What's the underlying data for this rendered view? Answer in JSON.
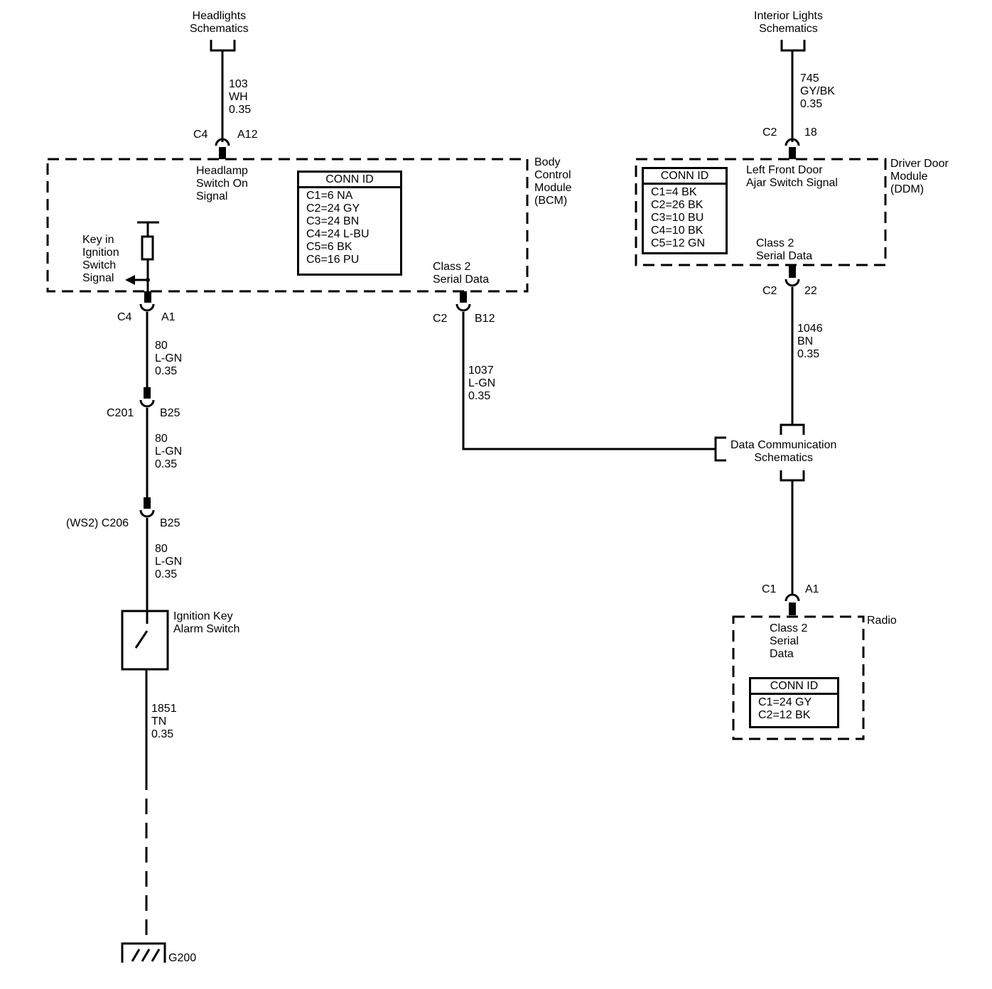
{
  "refs": {
    "headlights": "Headlights\nSchematics",
    "interior": "Interior Lights\nSchematics",
    "data_comm": "Data Communication\nSchematics"
  },
  "modules": {
    "bcm": {
      "name": "Body\nControl\nModule\n(BCM)",
      "conn_title": "CONN ID",
      "conn_rows": [
        "C1=6 NA",
        "C2=24 GY",
        "C3=24 BN",
        "C4=24 L-BU",
        "C5=6 BK",
        "C6=16 PU"
      ],
      "headlamp_signal": "Headlamp\nSwitch On\nSignal",
      "key_signal": "Key in\nIgnition\nSwitch\nSignal",
      "serial": "Class 2\nSerial Data"
    },
    "ddm": {
      "name": "Driver Door\nModule\n(DDM)",
      "conn_title": "CONN ID",
      "conn_rows": [
        "C1=4 BK",
        "C2=26 BK",
        "C3=10 BU",
        "C4=10 BK",
        "C5=12 GN"
      ],
      "door_signal": "Left Front Door\nAjar Switch Signal",
      "serial": "Class 2\nSerial Data"
    },
    "radio": {
      "name": "Radio",
      "conn_title": "CONN ID",
      "conn_rows": [
        "C1=24 GY",
        "C2=12 BK"
      ],
      "serial": "Class 2\nSerial\nData"
    }
  },
  "switch": {
    "name": "Ignition Key\nAlarm Switch"
  },
  "ground": {
    "name": "G200"
  },
  "wires": {
    "w103": "103\nWH\n0.35",
    "w745": "745\nGY/BK\n0.35",
    "w80a": "80\nL-GN\n0.35",
    "w80b": "80\nL-GN\n0.35",
    "w80c": "80\nL-GN\n0.35",
    "w1037": "1037\nL-GN\n0.35",
    "w1046": "1046\nBN\n0.35",
    "w1851": "1851\nTN\n0.35"
  },
  "connectors": {
    "bcm_c4_top": {
      "conn": "C4",
      "pin": "A12"
    },
    "bcm_c4_bot": {
      "conn": "C4",
      "pin": "A1"
    },
    "c201": {
      "conn": "C201",
      "pin": "B25"
    },
    "c206": {
      "conn": "(WS2) C206",
      "pin": "B25"
    },
    "bcm_c2": {
      "conn": "C2",
      "pin": "B12"
    },
    "ddm_c2_top": {
      "conn": "C2",
      "pin": "18"
    },
    "ddm_c2_bot": {
      "conn": "C2",
      "pin": "22"
    },
    "radio_c1": {
      "conn": "C1",
      "pin": "A1"
    }
  }
}
